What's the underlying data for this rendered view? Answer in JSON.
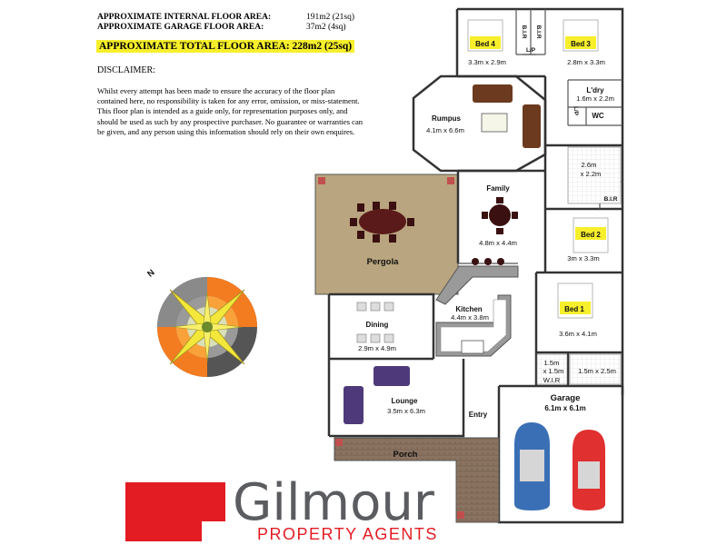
{
  "header": {
    "internal_label": "APPROXIMATE INTERNAL FLOOR AREA:",
    "internal_value": "191m2 (21sq)",
    "garage_label": "APPROXIMATE GARAGE FLOOR AREA:",
    "garage_value": "37m2 (4sq)",
    "total": "APPROXIMATE TOTAL FLOOR AREA: 228m2 (25sq)"
  },
  "disclaimer": {
    "title": "DISCLAIMER:",
    "body": "Whilst every attempt has been made to ensure the accuracy of the floor plan contained here, no responsibility is taken for any error, omission, or miss-statement. This floor plan is intended as a guide only, for representation purposes only, and should be used as such by any prospective purchaser. No guarantee or warranties can be given, and any person using this information should rely on their own enquires."
  },
  "rooms": {
    "bed4": "Bed 4",
    "bed4_size": "3.3m x 2.9m",
    "bir_a": "B.I.R",
    "bir_b": "B.I.R",
    "bed3": "Bed 3",
    "bed3_size": "2.8m x 3.3m",
    "lp_top": "L/P",
    "ldry": "L'dry",
    "ldry_size": "1.6m x 2.2m",
    "lp_side": "L/P",
    "wc": "WC",
    "rumpus": "Rumpus",
    "rumpus_size": "4.1m x 6.6m",
    "bath_size_a": "2.6m",
    "bath_size_b": "x 2.2m",
    "bir_c": "B.I.R",
    "family": "Family",
    "family_size": "4.8m x 4.4m",
    "bed2": "Bed 2",
    "bed2_size": "3m x 3.3m",
    "pergola": "Pergola",
    "kitchen": "Kitchen",
    "kitchen_size": "4.4m x 3.8m",
    "bed1": "Bed 1",
    "bed1_size": "3.6m x 4.1m",
    "dining": "Dining",
    "dining_size": "2.9m x 4.9m",
    "ens_a": "1.5m",
    "ens_b": "x 1.5m",
    "wir": "W.I.R",
    "ens2_size": "1.5m x 2.5m",
    "lounge": "Lounge",
    "lounge_size": "3.5m x 6.3m",
    "garage": "Garage",
    "garage_size": "6.1m x 6.1m",
    "entry": "Entry",
    "porch": "Porch"
  },
  "compass": {
    "north_label": "N"
  },
  "branding": {
    "name": "Gilmour",
    "tagline": "PROPERTY AGENTS",
    "brand_red": "#e31b23",
    "brand_grey": "#5a5c60"
  },
  "colors": {
    "bed_label_bg": "#f7ef2b",
    "pergola_fill": "#b9a57f",
    "porch_fill": "#8a7360",
    "car_blue": "#3a6fb5",
    "car_red": "#e0302f"
  }
}
